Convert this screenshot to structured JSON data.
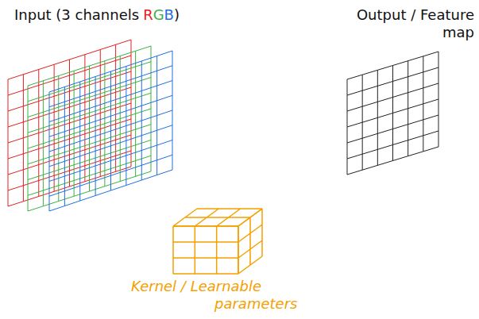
{
  "diagram": {
    "labels": [
      "Input (3 channels",
      "R",
      "G",
      "B",
      ")",
      "Output / Feature map",
      "Kernel / Learnable parameters"
    ]
  }
}
